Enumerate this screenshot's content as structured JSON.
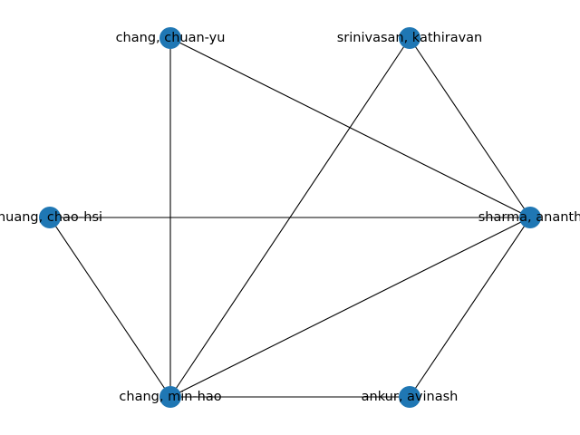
{
  "graph": {
    "node_color": "#1f77b4",
    "edge_color": "#000000",
    "background": "#ffffff",
    "nodes": [
      {
        "id": "chuanyu",
        "label": "chang, chuan-yu"
      },
      {
        "id": "kathiravan",
        "label": "srinivasan, kathiravan"
      },
      {
        "id": "chaohsi",
        "label": "huang, chao-hsi"
      },
      {
        "id": "ananth",
        "label": "sharma, ananth"
      },
      {
        "id": "minhao",
        "label": "chang, min-hao"
      },
      {
        "id": "avinash",
        "label": "ankur, avinash"
      }
    ],
    "edges": [
      [
        "chuanyu",
        "minhao"
      ],
      [
        "chuanyu",
        "ananth"
      ],
      [
        "kathiravan",
        "ananth"
      ],
      [
        "kathiravan",
        "minhao"
      ],
      [
        "chaohsi",
        "ananth"
      ],
      [
        "chaohsi",
        "minhao"
      ],
      [
        "ananth",
        "minhao"
      ],
      [
        "ananth",
        "avinash"
      ],
      [
        "minhao",
        "avinash"
      ]
    ]
  }
}
